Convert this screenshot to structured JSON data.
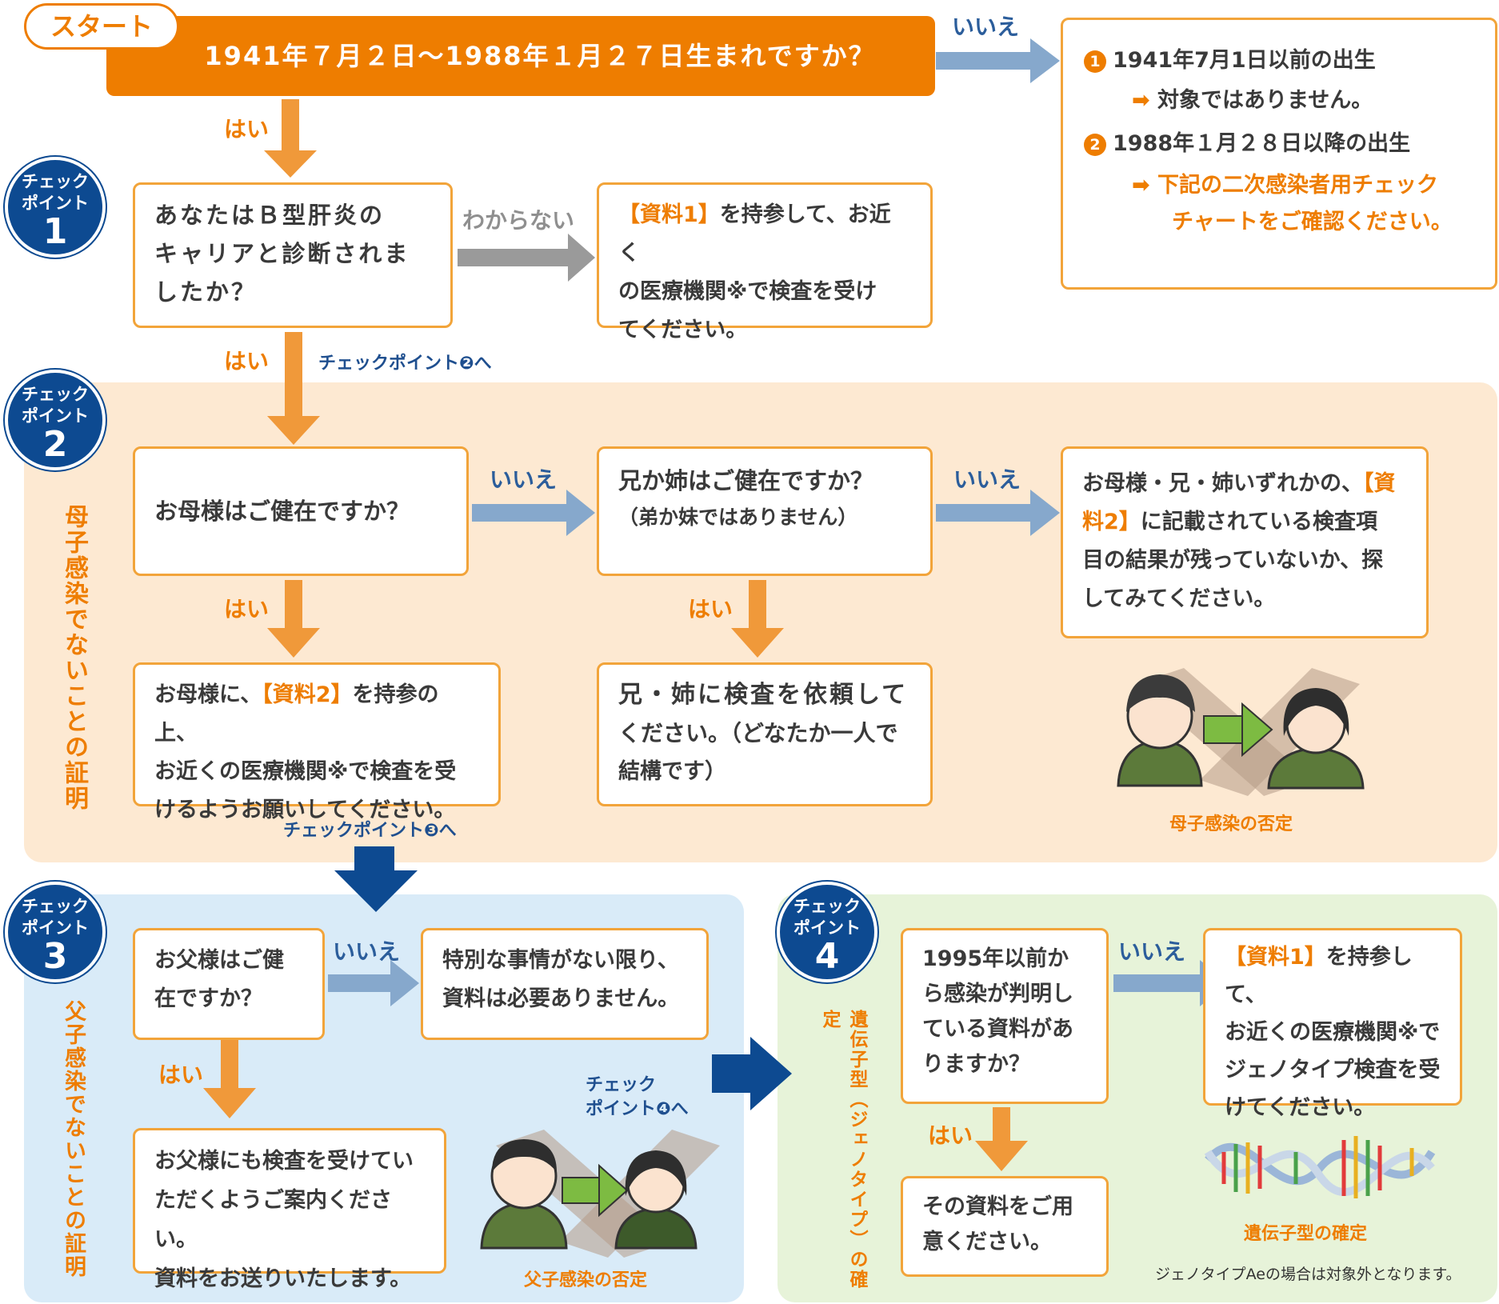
{
  "start": {
    "tag": "スタート",
    "question": "1941年７月２日〜1988年１月２７日生まれですか？"
  },
  "labels": {
    "yes": "はい",
    "no": "いいえ",
    "unknown": "わからない"
  },
  "outside": {
    "item1_num": "1",
    "item1": "1941年7月1日以前の出生",
    "item1_result": "対象ではありません。",
    "item2_num": "2",
    "item2": "1988年１月２８日以降の出生",
    "item2_result_line1": "下記の二次感染者用チェック",
    "item2_result_line2": "チャートをご確認ください。"
  },
  "cp1": {
    "badge_line1": "チェック",
    "badge_line2": "ポイント",
    "badge_num": "1",
    "question_l1": "あなたはＢ型肝炎の",
    "question_l2": "キャリアと診断されま",
    "question_l3": "したか？",
    "unknown_tag": "【資料1】",
    "unknown_l1_rest": "を持参して、お近く",
    "unknown_l2": "の医療機関※で検査を受け",
    "unknown_l3": "てください。",
    "next": "チェックポイント❷へ"
  },
  "cp2": {
    "badge_line1": "チェック",
    "badge_line2": "ポイント",
    "badge_num": "2",
    "side": "母子感染でないことの証明",
    "q_mother": "お母様はご健在ですか？",
    "q_sibling_l1": "兄か姉はご健在ですか？",
    "q_sibling_l2": "（弟か妹ではありません）",
    "mother_yes_l1_a": "お母様に、",
    "mother_yes_tag": "【資料2】",
    "mother_yes_l1_b": "を持参の上、",
    "mother_yes_l2": "お近くの医療機関※で検査を受",
    "mother_yes_l3": "けるようお願いしてください。",
    "sibling_yes_l1": "兄・姉に検査を依頼して",
    "sibling_yes_l2": "ください。（どなたか一人で",
    "sibling_yes_l3": "結構です）",
    "search_l1_a": "お母様・兄・姉いずれかの、",
    "search_tag_a": "【資",
    "search_tag_b": "料2】",
    "search_l2_rest": "に記載されている検査項",
    "search_l3": "目の結果が残っていないか、探",
    "search_l4": "してみてください。",
    "caption": "母子感染の否定",
    "next": "チェックポイント❸へ"
  },
  "cp3": {
    "badge_line1": "チェック",
    "badge_line2": "ポイント",
    "badge_num": "3",
    "side": "父子感染でないことの証明",
    "q_l1": "お父様はご健",
    "q_l2": "在ですか？",
    "no_l1": "特別な事情がない限り、",
    "no_l2": "資料は必要ありません。",
    "yes_l1": "お父様にも検査を受けてい",
    "yes_l2": "ただくようご案内ください。",
    "yes_l3": "資料をお送りいたします。",
    "caption": "父子感染の否定",
    "next_l1": "チェック",
    "next_l2": "ポイント❹へ"
  },
  "cp4": {
    "badge_line1": "チェック",
    "badge_line2": "ポイント",
    "badge_num": "4",
    "side": "遺伝子型（ジェノタイプ）の確定",
    "q_l1": "1995年以前か",
    "q_l2": "ら感染が判明し",
    "q_l3": "ている資料があ",
    "q_l4": "りますか？",
    "no_tag": "【資料1】",
    "no_l1_rest": "を持参して、",
    "no_l2": "お近くの医療機関※で",
    "no_l3": "ジェノタイプ検査を受",
    "no_l4": "けてください。",
    "yes_l1": "その資料をご用",
    "yes_l2": "意ください。",
    "caption": "遺伝子型の確定",
    "note": "ジェノタイプAeの場合は対象外となります。"
  },
  "colors": {
    "orange": "#ee7d00",
    "arrow_orange": "#f0993a",
    "arrow_blue": "#86a8cc",
    "arrow_gray": "#9a9a9a",
    "navy": "#0d4a91",
    "panel_cp2": "#fde9d2",
    "panel_cp3": "#d9ebf8",
    "panel_cp4": "#e7f3d9"
  }
}
